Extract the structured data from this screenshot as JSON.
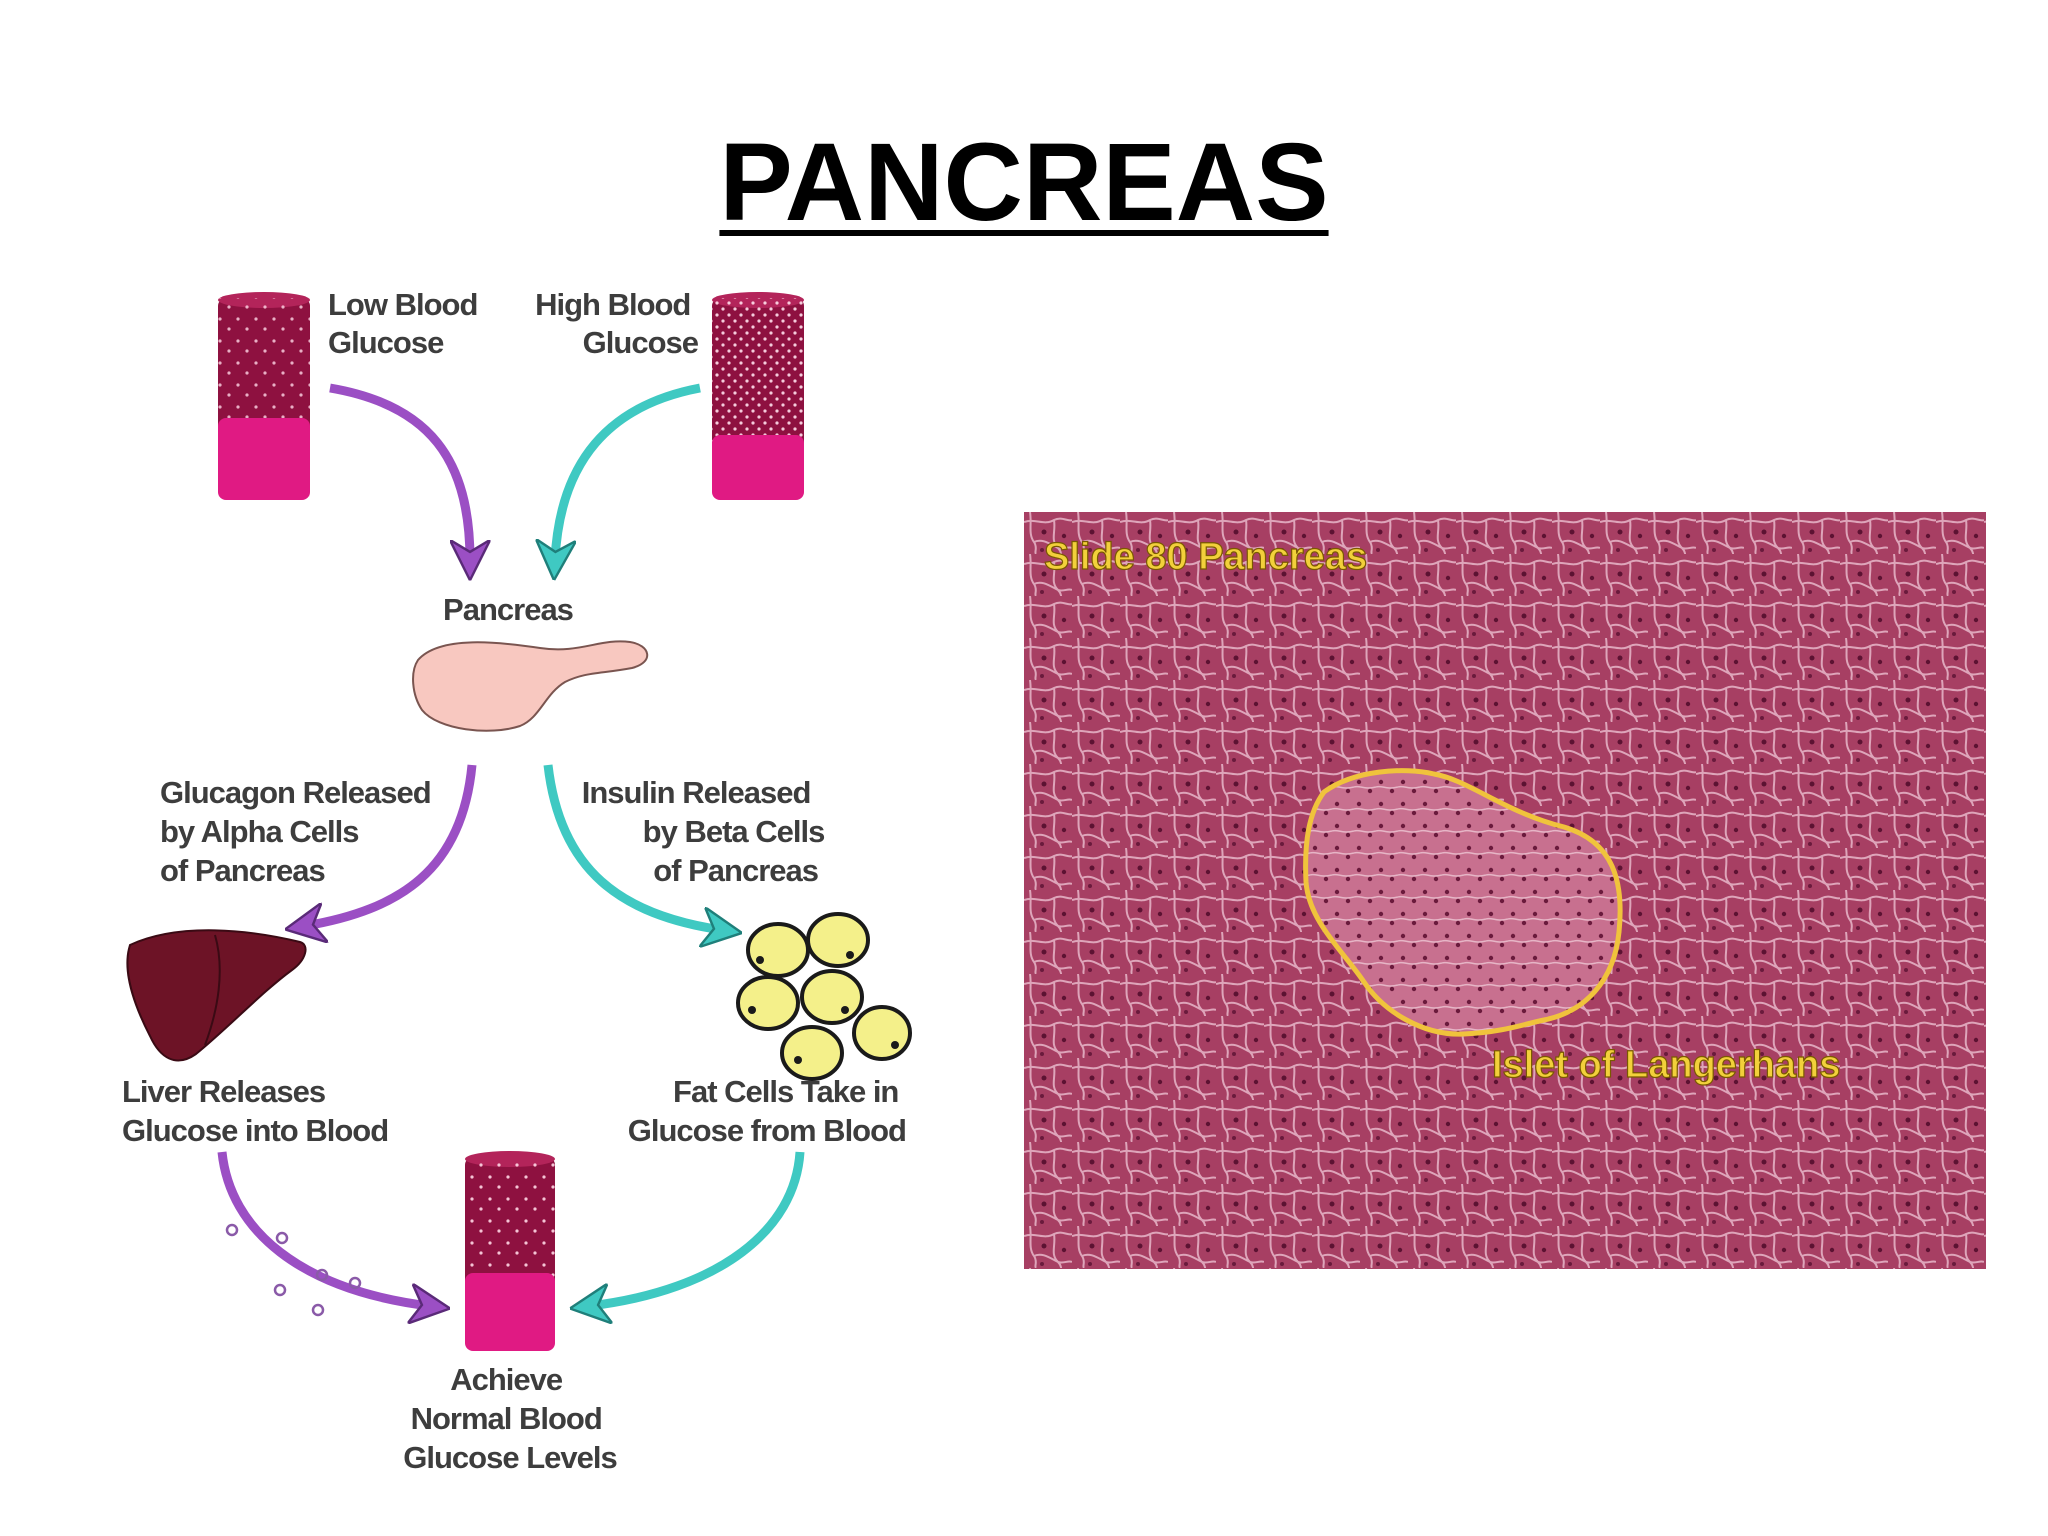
{
  "slide_title": "PANCREAS",
  "diagram": {
    "low_glucose": [
      "Low Blood",
      "Glucose"
    ],
    "high_glucose": [
      "High Blood",
      "Glucose"
    ],
    "pancreas": "Pancreas",
    "glucagon": [
      "Glucagon Released",
      "by Alpha Cells",
      "of Pancreas"
    ],
    "insulin": [
      "Insulin Released",
      "by Beta Cells",
      "of Pancreas"
    ],
    "liver": [
      "Liver Releases",
      "Glucose into Blood"
    ],
    "fat": [
      "Fat Cells Take in",
      "Glucose from Blood"
    ],
    "normal": [
      "Achieve",
      "Normal Blood",
      "Glucose Levels"
    ]
  },
  "micrograph": {
    "caption": "Slide 80 Pancreas",
    "islet_label": "Islet of Langerhans"
  },
  "colors": {
    "purple_arrow": "#9b4fc4",
    "teal_arrow": "#3fc9c2",
    "tube_body": "#8e1140",
    "tube_base": "#e01a83",
    "liver": "#6d1326",
    "fat_cell": "#f4f08a",
    "pancreas": "#f8c8c0",
    "tissue": "#a73f63",
    "label_yellow": "#f2d03b"
  }
}
